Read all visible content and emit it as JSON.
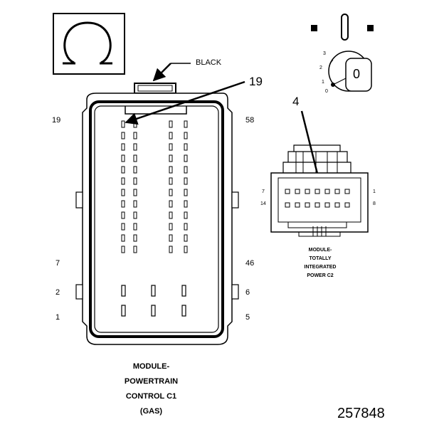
{
  "symbol": {
    "icon": "ohm-icon"
  },
  "connector_c1": {
    "color_label": "BLACK",
    "callout": "19",
    "left_pin_labels": [
      "19",
      "7",
      "2",
      "1"
    ],
    "right_pin_labels": [
      "58",
      "46",
      "6",
      "5"
    ],
    "caption": [
      "MODULE-",
      "POWERTRAIN",
      "CONTROL C1",
      "(GAS)"
    ]
  },
  "ignition_switch": {
    "icon": "ignition-switch-icon",
    "positions": [
      "3",
      "2",
      "1",
      "0"
    ],
    "key_label": "0"
  },
  "connector_c2": {
    "callout": "4",
    "left_pin_labels": [
      "7",
      "14"
    ],
    "right_pin_labels": [
      "1",
      "8"
    ],
    "caption": [
      "MODULE-",
      "TOTALLY",
      "INTEGRATED",
      "POWER C2"
    ]
  },
  "figure_number": "257848"
}
